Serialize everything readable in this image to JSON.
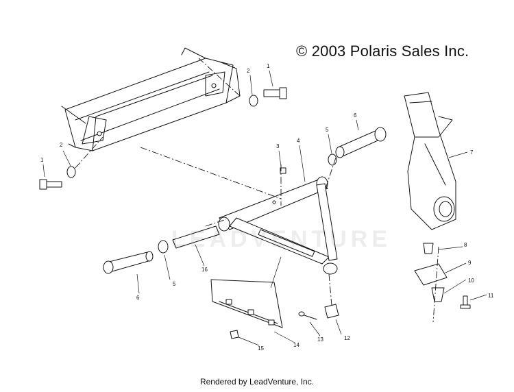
{
  "copyright": "© 2003 Polaris Sales Inc.",
  "footer": "Rendered by LeadVenture, Inc.",
  "watermark": "LEADVENTURE",
  "callouts": [
    "1",
    "2",
    "2",
    "1",
    "3",
    "4",
    "5",
    "6",
    "6",
    "5",
    "16",
    "7",
    "8",
    "9",
    "10",
    "11",
    "12",
    "13",
    "14",
    "15"
  ]
}
